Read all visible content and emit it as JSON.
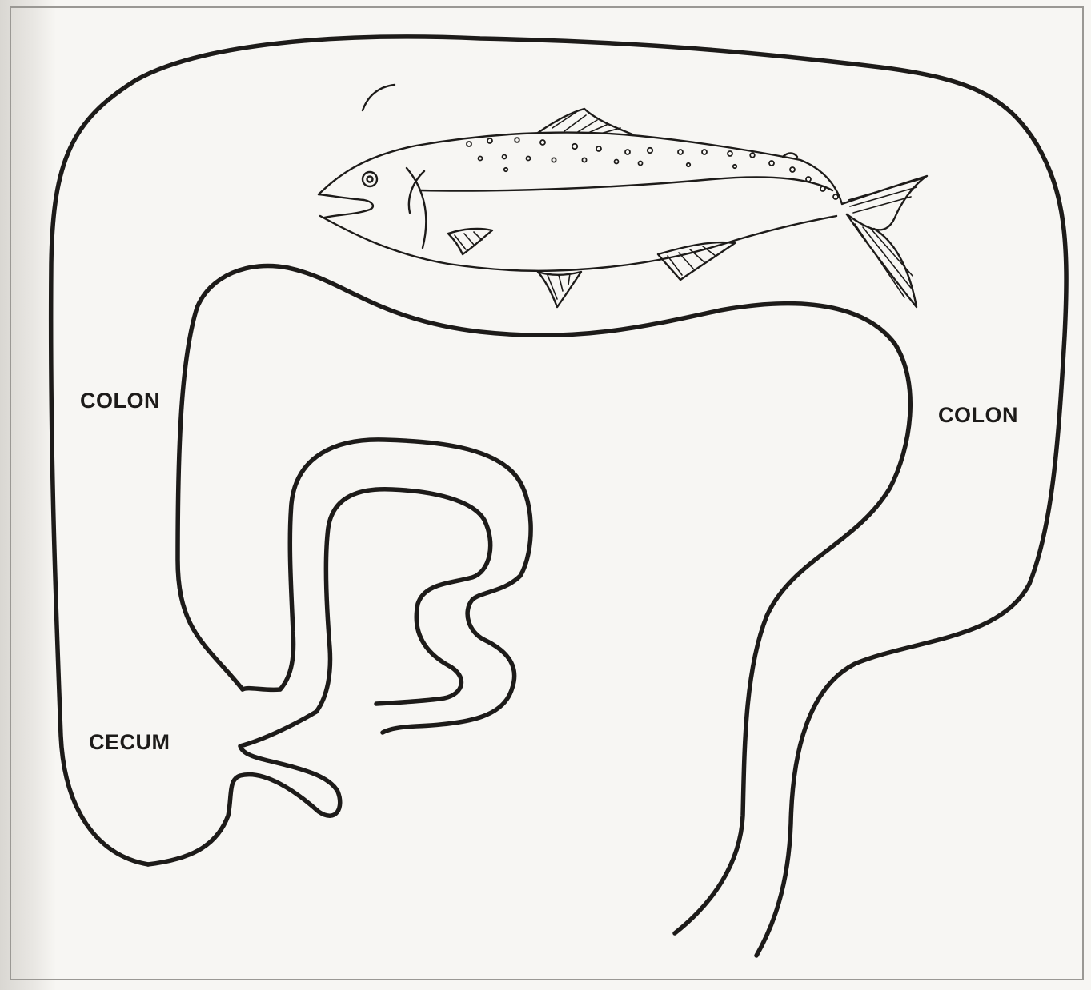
{
  "labels": {
    "colon_left": "COLON",
    "colon_right": "COLON",
    "cecum": "CECUM"
  },
  "colors": {
    "ink": "#1d1b19",
    "paper": "#f7f6f3",
    "frame": "#9a9894"
  }
}
